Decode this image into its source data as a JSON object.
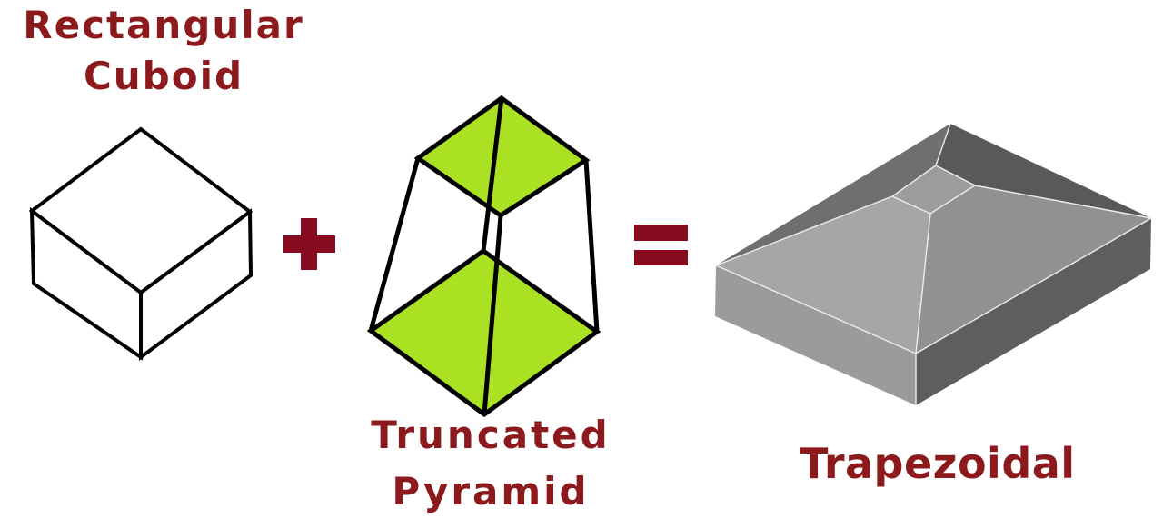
{
  "diagram": {
    "meaning": "Rectangular Cuboid + Truncated Pyramid = Trapezoidal"
  },
  "labels": {
    "cuboid_line1": "Rectangular",
    "cuboid_line2": "Cuboid",
    "pyramid_line1": "Truncated",
    "pyramid_line2": "Pyramid",
    "result": "Trapezoidal"
  },
  "operators": {
    "plus": "+",
    "equals": "="
  },
  "icons": {
    "plus": "plus-icon",
    "equals": "equals-icon"
  },
  "colors": {
    "background": "#FFFFFF",
    "outline": "#000000",
    "wireframe_fill": "#FFFFFF",
    "maroon_symbol": "#880A1E",
    "maroon_text": "#8C1A1D",
    "green": "#ABE123",
    "trapezoid": {
      "slope_nw": "#6F6F6F",
      "slope_ne": "#595959",
      "slope_sw": "#A6A6A6",
      "slope_se": "#919191",
      "top": "#9C9C9C",
      "side_left": "#9B9B9B",
      "side_right": "#5E5E5E",
      "edge": "#EDEDED"
    }
  }
}
